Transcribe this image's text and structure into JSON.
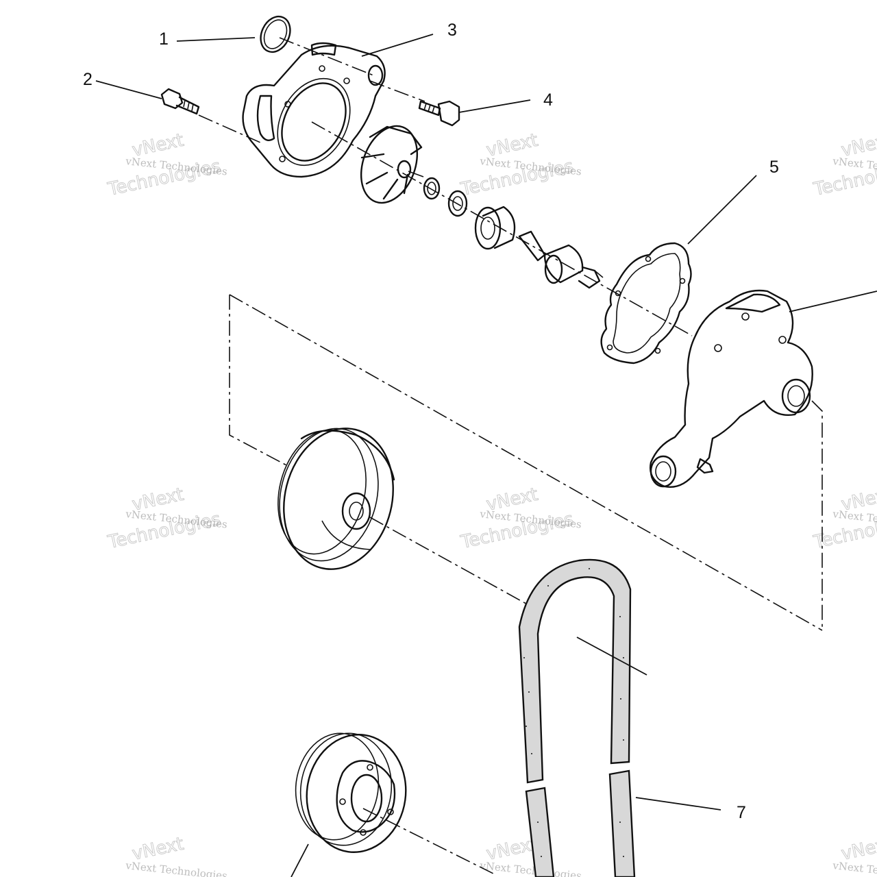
{
  "diagram": {
    "callouts": [
      {
        "id": "1",
        "label": "1"
      },
      {
        "id": "2",
        "label": "2"
      },
      {
        "id": "3",
        "label": "3"
      },
      {
        "id": "4",
        "label": "4"
      },
      {
        "id": "5",
        "label": "5"
      },
      {
        "id": "7",
        "label": "7"
      }
    ],
    "watermark": {
      "line1": "vNext Technologies",
      "line2": "vNext",
      "line3": "Technologies"
    }
  }
}
